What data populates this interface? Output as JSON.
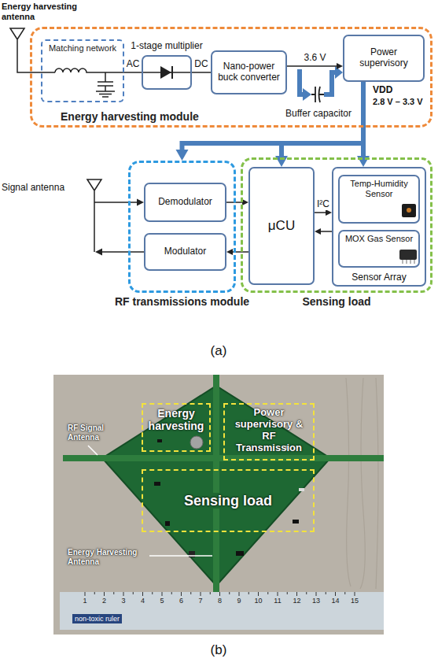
{
  "diagram": {
    "nodes": [
      {
        "text": [
          "Energy harvesting module"
        ]
      },
      {
        "text": [
          "Matching network"
        ],
        "in": 0
      },
      {
        "text": [
          "1-stage multiplier"
        ],
        "in": 0
      },
      {
        "text": [
          "Nano-power buck converter"
        ],
        "in": 0
      },
      {
        "text": [
          "Power supervisory"
        ],
        "in": 0
      },
      {
        "text": [
          "RF transmissions module"
        ]
      },
      {
        "text": [
          "Demodulator"
        ],
        "in": 5
      },
      {
        "text": [
          "Modulator"
        ],
        "in": 5
      },
      {
        "text": [
          "Sensing load"
        ]
      },
      {
        "text": [
          "μCU"
        ],
        "in": 8
      },
      {
        "text": [
          "Sensor Array"
        ],
        "in": 8
      },
      {
        "text": [
          "Temp-Humidity Sensor"
        ],
        "in": 10
      },
      {
        "text": [
          "MOX Gas Sensor"
        ],
        "in": 10
      },
      {
        "text": [
          "Energy harvesting"
        ]
      },
      {
        "text": [
          "Power supervisory & RF Transmission"
        ]
      },
      {
        "text": [
          "Sensing load"
        ]
      }
    ],
    "edges": [
      {
        "from": 1,
        "to": 2,
        "arrow": "none",
        "label": "AC"
      },
      {
        "from": 2,
        "to": 3,
        "arrow": "none",
        "label": "DC"
      },
      {
        "from": 3,
        "to": 4,
        "arrow": "to",
        "label": "3.6 V"
      },
      {
        "from": 4,
        "to": 5,
        "arrow": "to"
      },
      {
        "from": 4,
        "to": 9,
        "arrow": "to"
      },
      {
        "from": 4,
        "to": 10,
        "arrow": "to"
      },
      {
        "from": 6,
        "to": 9,
        "arrow": "to"
      },
      {
        "from": 9,
        "to": 7,
        "arrow": "to"
      },
      {
        "from": 9,
        "to": 10,
        "arrow": "to",
        "label": "I²C"
      },
      {
        "from": 10,
        "to": 9,
        "arrow": "to"
      }
    ],
    "labels": [
      "Energy harvesting antenna",
      "Buffer capacitor",
      "VDD",
      "2.8 V – 3.3 V",
      "Signal antenna",
      "(a)",
      "RF Signal Antenna",
      "Energy Harvesting Antenna",
      "1",
      "2",
      "3",
      "4",
      "5",
      "6",
      "7",
      "8",
      "9",
      "10",
      "11",
      "12",
      "13",
      "14",
      "15",
      "non-toxic ruler",
      "(b)"
    ]
  }
}
